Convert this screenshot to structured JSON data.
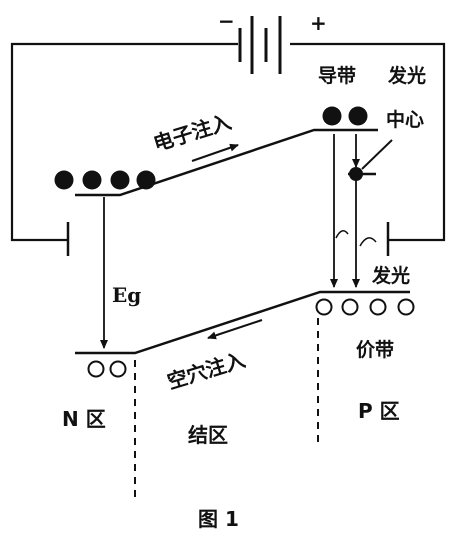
{
  "battery": {
    "minus": "−",
    "plus": "+"
  },
  "labels": {
    "conduction_band": "导带",
    "emission_center_line1": "发光",
    "emission_center_line2": "中心",
    "electron_injection": "电子注入",
    "hole_injection": "空穴注入",
    "bandgap": "Eg",
    "emission": "发光",
    "valence_band": "价带",
    "n_region": "N 区",
    "junction_region": "结区",
    "p_region": "P 区",
    "caption": "图 1"
  },
  "colors": {
    "ink": "#111111",
    "background": "#ffffff"
  }
}
